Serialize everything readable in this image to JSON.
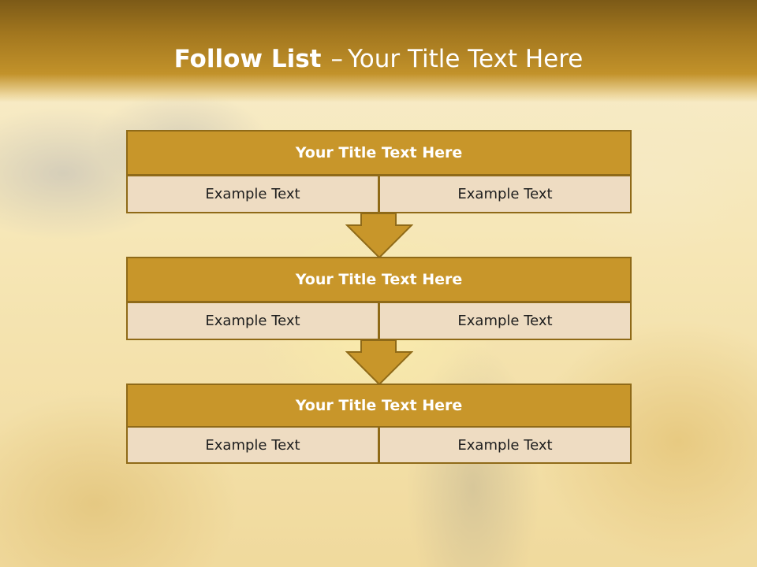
{
  "slide": {
    "title_main": "Follow List",
    "title_sep": "–",
    "title_sub": "Your Title Text Here"
  },
  "steps": [
    {
      "title": "Your Title Text Here",
      "left": "Example Text",
      "right": "Example Text"
    },
    {
      "title": "Your Title Text Here",
      "left": "Example Text",
      "right": "Example Text"
    },
    {
      "title": "Your Title Text Here",
      "left": "Example Text",
      "right": "Example Text"
    }
  ],
  "colors": {
    "header_brown": "#7c5a17",
    "box_gold": "#c8962a",
    "box_border": "#8f6a18",
    "cell_fill": "#eedcc2"
  }
}
